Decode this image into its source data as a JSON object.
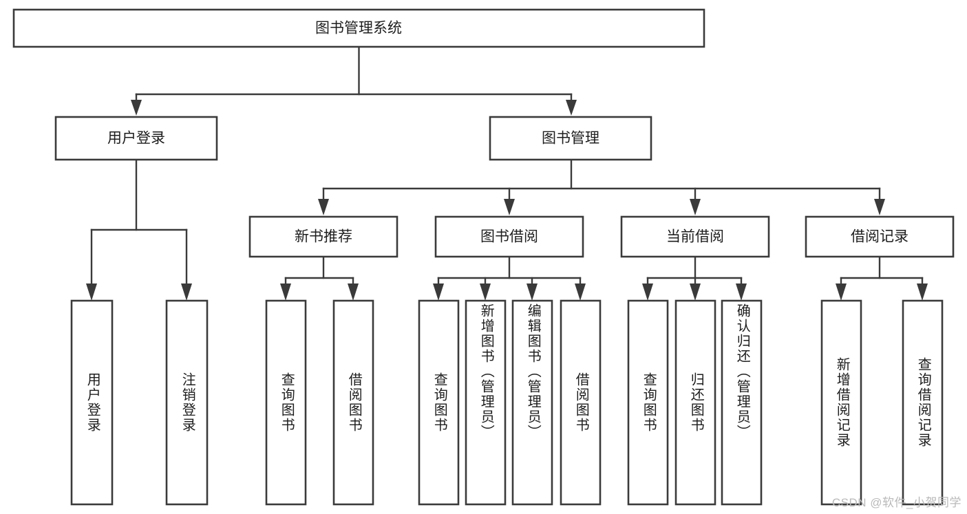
{
  "diagram": {
    "title": "图书管理系统",
    "type": "tree-hierarchy-diagram",
    "watermark": "CSDN @软件_小贺同学",
    "colors": {
      "stroke": "#3a3a3a",
      "fill": "#ffffff",
      "text": "#1d1d1d",
      "watermark": "#b9b9b9"
    },
    "levels": {
      "root": {
        "label": "图书管理系统"
      },
      "level2": [
        {
          "label": "用户登录"
        },
        {
          "label": "图书管理"
        }
      ],
      "level3": [
        {
          "label": "新书推荐"
        },
        {
          "label": "图书借阅"
        },
        {
          "label": "当前借阅"
        },
        {
          "label": "借阅记录"
        }
      ],
      "leaves": [
        {
          "label": "用户登录",
          "parent": "用户登录"
        },
        {
          "label": "注销登录",
          "parent": "用户登录"
        },
        {
          "label": "查询图书",
          "parent": "新书推荐"
        },
        {
          "label": "借阅图书",
          "parent": "新书推荐"
        },
        {
          "label": "查询图书",
          "parent": "图书借阅"
        },
        {
          "label": "新增图书（管理员）",
          "parent": "图书借阅"
        },
        {
          "label": "编辑图书（管理员）",
          "parent": "图书借阅"
        },
        {
          "label": "借阅图书",
          "parent": "图书借阅"
        },
        {
          "label": "查询图书",
          "parent": "当前借阅"
        },
        {
          "label": "归还图书",
          "parent": "当前借阅"
        },
        {
          "label": "确认归还（管理员）",
          "parent": "当前借阅"
        },
        {
          "label": "新增借阅记录",
          "parent": "借阅记录"
        },
        {
          "label": "查询借阅记录",
          "parent": "借阅记录"
        }
      ]
    }
  }
}
